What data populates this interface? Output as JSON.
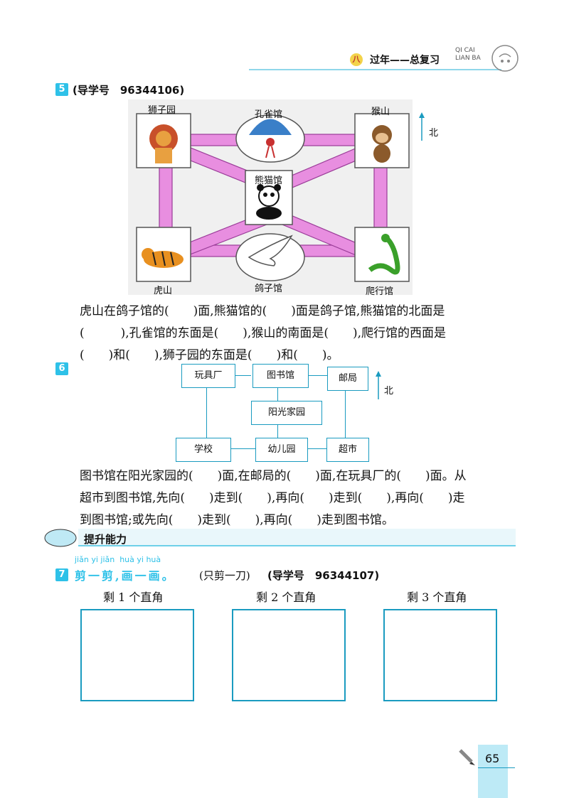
{
  "header": {
    "badge": "八",
    "title": "过年——总复习",
    "logo_text": "QI CAI LIAN BA"
  },
  "q5": {
    "num": "5",
    "heading": "(导学号　96344106)",
    "map": {
      "lion": "狮子园",
      "peacock": "孔雀馆",
      "monkey": "猴山",
      "panda": "熊猫馆",
      "tiger": "虎山",
      "dove": "鸽子馆",
      "snake": "爬行馆",
      "north": "北"
    },
    "lines": [
      "虎山在鸽子馆的(　　)面,熊猫馆的(　　)面是鸽子馆,熊猫馆的北面是",
      "(　　　),孔雀馆的东面是(　　),猴山的南面是(　　),爬行馆的西面是",
      "(　　)和(　　),狮子园的东面是(　　)和(　　)。"
    ]
  },
  "q6": {
    "num": "6",
    "map": {
      "toy": "玩具厂",
      "library": "图书馆",
      "post": "邮局",
      "sunshine": "阳光家园",
      "school": "学校",
      "kinder": "幼儿园",
      "market": "超市",
      "north": "北"
    },
    "lines": [
      "图书馆在阳光家园的(　　)面,在邮局的(　　)面,在玩具厂的(　　)面。从",
      "超市到图书馆,先向(　　)走到(　　),再向(　　)走到(　　),再向(　　)走",
      "到图书馆;或先向(　　)走到(　　),再向(　　)走到图书馆。"
    ]
  },
  "section": {
    "title": "提升能力"
  },
  "q7": {
    "num": "7",
    "pinyin": "jiǎn yi jiǎn  huà yi huà",
    "title": "剪一剪,画一画。",
    "note": "(只剪一刀)",
    "heading": "(导学号　96344107)",
    "labels": [
      "剩 1 个直角",
      "剩 2 个直角",
      "剩 3 个直角"
    ]
  },
  "page_number": "65"
}
